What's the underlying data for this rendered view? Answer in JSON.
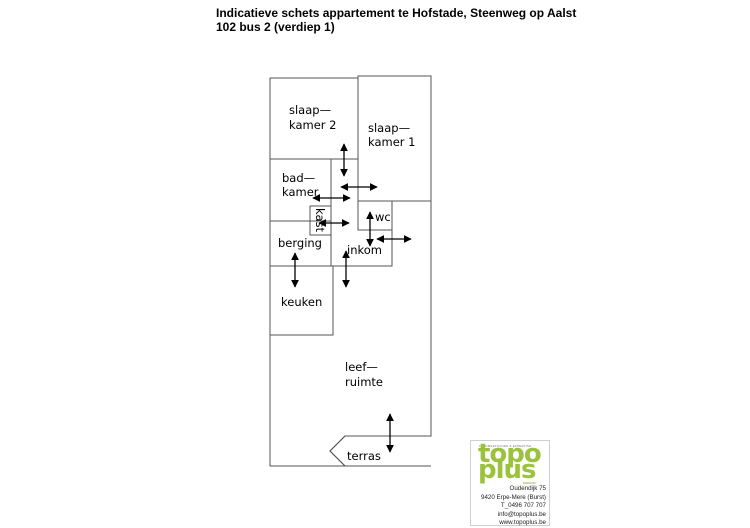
{
  "header": {
    "title_line1": "Indicatieve schets appartement te Hofstade, Steenweg op Aalst",
    "title_line2": "102 bus 2 (verdiep 1)"
  },
  "rooms": {
    "slaapkamer2_line1": "slaap—",
    "slaapkamer2_line2": "kamer 2",
    "slaapkamer1_line1": "slaap—",
    "slaapkamer1_line2": "kamer 1",
    "badkamer_line1": "bad—",
    "badkamer_line2": "kamer",
    "kast": "kast",
    "wc": "wc",
    "berging": "berging",
    "inkom": "inkom",
    "keuken": "keuken",
    "leefruimte_line1": "leef—",
    "leefruimte_line2": "ruimte",
    "terras": "terras"
  },
  "logo": {
    "tagline": "LANDMEETKUNDE & EXPERTISE",
    "word1": "topo",
    "word2": "plus",
    "subtag": "ERKEND",
    "color": "#9bc23c"
  },
  "contact": {
    "street": "Oudendijk 75",
    "city": "9420 Erpe-Mere (Burst)",
    "phone": "T_0496 707 707",
    "email": "info@topoplus.be",
    "web": "www.topoplus.be"
  }
}
